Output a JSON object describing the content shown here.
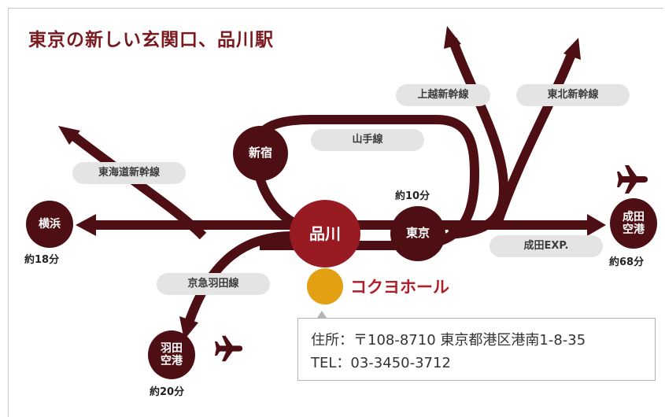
{
  "title": "東京の新しい玄関口、品川駅",
  "stations": {
    "shinagawa": "品川",
    "tokyo": "東京",
    "shinjuku": "新宿",
    "yokohama": "横浜",
    "narita": "成田\n空港",
    "haneda": "羽田\n空港"
  },
  "lines": {
    "joetsu": "上越新幹線",
    "tohoku": "東北新幹線",
    "yamanote": "山手線",
    "tokaido": "東海道新幹線",
    "narita_exp": "成田EXP.",
    "keikyu": "京急羽田線"
  },
  "times": {
    "tokyo": "約10分",
    "yokohama": "約18分",
    "narita": "約68分",
    "haneda": "約20分"
  },
  "venue": {
    "name": "コクヨホール",
    "address": "住所：〒108-8710 東京都港区港南1-8-35",
    "tel": "TEL：03-3450-3712"
  },
  "icons": [
    "airplane-icon",
    "venue-marker-icon"
  ],
  "colors": {
    "track": "#4e0f14",
    "hub_station": "#981b24",
    "title": "#7a1a1e",
    "venue_marker": "#e2a012",
    "venue_name": "#b0202a",
    "label_pill": "#e4e4e4"
  }
}
